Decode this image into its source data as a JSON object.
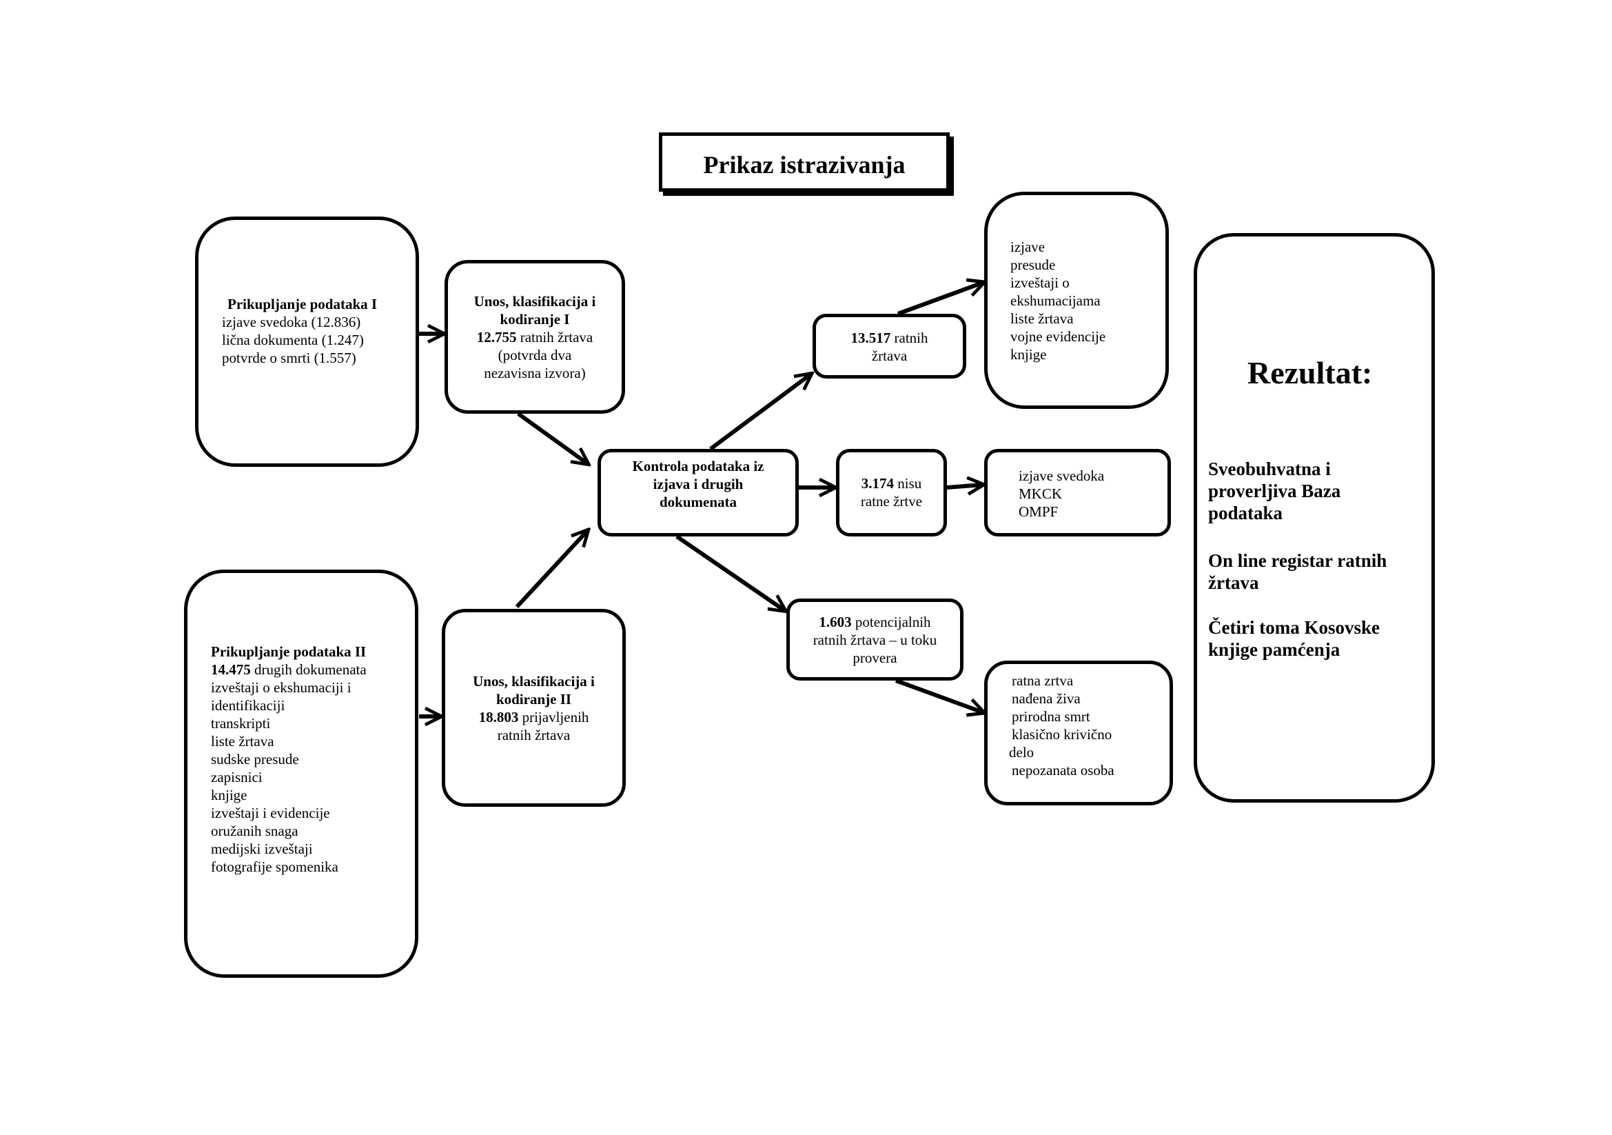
{
  "title": "Prikaz istrazivanja",
  "collect1": {
    "heading": "Prikupljanje podataka I",
    "lines": [
      "izjave svedoka (12.836)",
      "lična dokumenta (1.247)",
      "potvrde o smrti (1.557)"
    ]
  },
  "entry1": {
    "line1": "Unos, klasifikacija i",
    "line2": "kodiranje I",
    "line3_num": "12.755",
    "line3_rest": " ratnih žrtava",
    "line4": "(potvrda dva",
    "line5": "nezavisna izvora)"
  },
  "collect2": {
    "heading": "Prikupljanje podataka II",
    "first_num": "14.475",
    "first_rest": " drugih dokumenata",
    "lines": [
      "izveštaji o ekshumaciji i",
      "identifikaciji",
      "transkripti",
      "liste žrtava",
      "sudske presude",
      "zapisnici",
      "knjige",
      "izveštaji i evidencije",
      "oružanih snaga",
      "medijski izveštaji",
      "fotografije spomenika"
    ]
  },
  "entry2": {
    "line1": "Unos, klasifikacija i",
    "line2": "kodiranje II",
    "line3_num": "18.803",
    "line3_rest": " prijavljenih",
    "line4": "ratnih žrtava"
  },
  "control": {
    "line1": "Kontrola podataka iz",
    "line2": "izjava i drugih",
    "line3": "dokumenata"
  },
  "victims": {
    "num": "13.517",
    "rest": " ratnih",
    "line2": "žrtava"
  },
  "victims_sources": [
    "izjave",
    "presude",
    "izveštaji o",
    "ekshumacijama",
    "liste žrtava",
    "vojne evidencije",
    "knjige"
  ],
  "not_victims": {
    "num": "3.174",
    "rest": " nisu",
    "line2": "ratne žrtve"
  },
  "not_victims_sources": [
    "izjave svedoka",
    "MKCK",
    "OMPF"
  ],
  "potential": {
    "num": "1.603",
    "rest": " potencijalnih",
    "line2": "ratnih žrtava – u toku",
    "line3": "provera"
  },
  "potential_outcomes": [
    "ratna zrtva",
    "nađena živa",
    "prirodna smrt",
    "klasično krivično",
    "delo",
    "nepozanata osoba"
  ],
  "result": {
    "heading": "Rezultat:",
    "item1": [
      "Sveobuhvatna i",
      "proverljiva Baza",
      "podataka"
    ],
    "item2": [
      "On line registar ratnih",
      "žrtava"
    ],
    "item3": [
      "Četiri toma Kosovske",
      "knjige pamćenja"
    ]
  }
}
